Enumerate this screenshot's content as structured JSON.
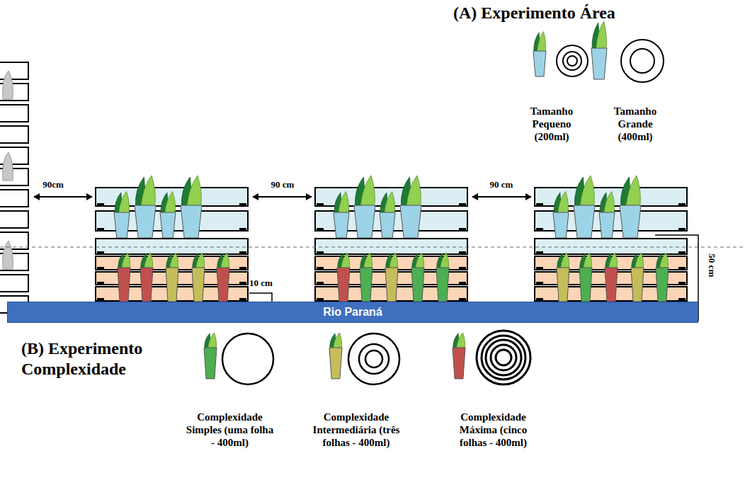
{
  "diagram": {
    "nodes": [
      {
        "text": [
          "Rio Paraná"
        ]
      }
    ],
    "labels": [
      "(A) Experimento Área",
      "Tamanho Pequeno (200ml)",
      "Tamanho Grande (400ml)",
      "90cm",
      "90 cm",
      "90 cm",
      "10 cm",
      "50 cm",
      "(B) Experimento Complexidade",
      "Complexidade Simples (uma folha - 400ml)",
      "Complexidade Intermediária (três folhas - 400ml)",
      "Complexidade Máxima (cinco folhas - 400ml)"
    ]
  }
}
